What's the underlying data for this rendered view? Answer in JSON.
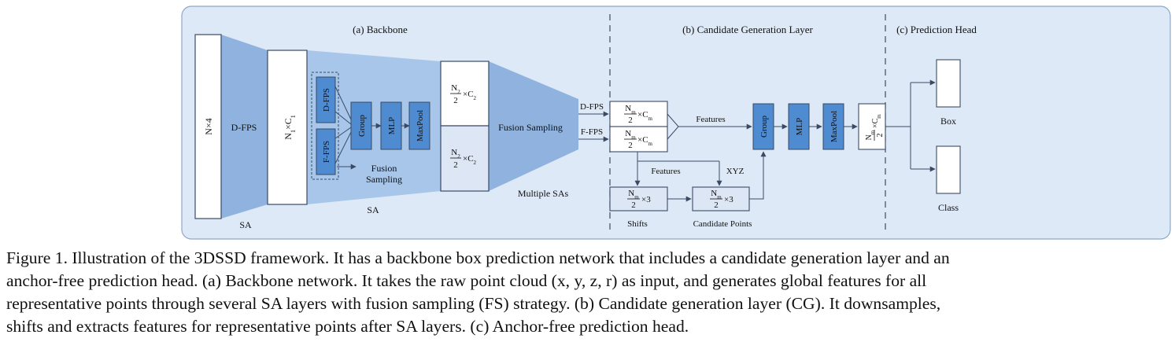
{
  "sections": {
    "backbone": "(a) Backbone",
    "cg": "(b) Candidate Generation Layer",
    "head": "(c) Prediction Head"
  },
  "backbone": {
    "input": "N×4",
    "dfps1": "D-FPS",
    "n1c1_main": "N",
    "n1c1_sub1": "1",
    "n1c1_mid": "×C",
    "n1c1_sub2": "1",
    "sa1": "SA",
    "inner_dfps": "D-FPS",
    "inner_ffps": "F-FPS",
    "group": "Group",
    "mlp": "MLP",
    "maxpool": "MaxPool",
    "fusion_line1": "Fusion",
    "fusion_line2": "Sampling",
    "sa2": "SA",
    "top_n": "N",
    "top_n_sub": "2",
    "top_den": "2",
    "top_c": "×C",
    "top_c_sub": "2",
    "bot_n": "N",
    "bot_n_sub": "2",
    "bot_den": "2",
    "bot_c": "×C",
    "bot_c_sub": "2",
    "fusion_sampling": "Fusion Sampling",
    "multiple_sas": "Multiple SAs"
  },
  "cg": {
    "dfps": "D-FPS",
    "ffps": "F-FPS",
    "m1_n": "N",
    "m1_sub": "m",
    "m1_den": "2",
    "m1_c": "×C",
    "m1_csub": "m",
    "m2_n": "N",
    "m2_sub": "m",
    "m2_den": "2",
    "m2_c": "×C",
    "m2_csub": "m",
    "features_top": "Features",
    "features_mid": "Features",
    "xyz": "XYZ",
    "s_n": "N",
    "s_sub": "m",
    "s_den": "2",
    "s_c": "×3",
    "c_n": "N",
    "c_sub": "m",
    "c_den": "2",
    "c_c": "×3",
    "shifts": "Shifts",
    "candidate_points": "Candidate Points",
    "group": "Group",
    "mlp": "MLP",
    "maxpool": "MaxPool",
    "out_n": "N",
    "out_sub": "m",
    "out_den": "2",
    "out_c": "×C",
    "out_csub": "m"
  },
  "head": {
    "box": "Box",
    "class": "Class"
  },
  "caption": {
    "line1": "Figure 1. Illustration of the 3DSSD framework. It has a backbone box prediction network that includes a candidate generation layer and an",
    "line2": "anchor-free prediction head. (a) Backbone network. It takes the raw point cloud (x, y, z, r) as input, and generates global features for all",
    "line3": "representative points through several SA layers with fusion sampling (FS) strategy. (b) Candidate generation layer (CG). It downsamples,",
    "line4": "shifts and extracts features for representative points after SA layers. (c) Anchor-free prediction head."
  },
  "colors": {
    "panel": "#dde9f6",
    "panel_border": "#8fa8c8",
    "trapezoid": "#8fb3de",
    "sa_region": "#a7c6ea",
    "dark_block": "#4e8bd0",
    "light_box": "#dce6f4",
    "line": "#3b4a64"
  }
}
